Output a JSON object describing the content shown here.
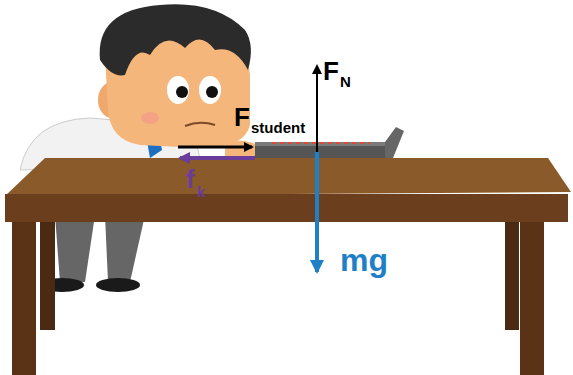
{
  "diagram": {
    "labels": [
      "F",
      "student",
      "F",
      "N",
      "f",
      "k",
      "mg"
    ]
  }
}
